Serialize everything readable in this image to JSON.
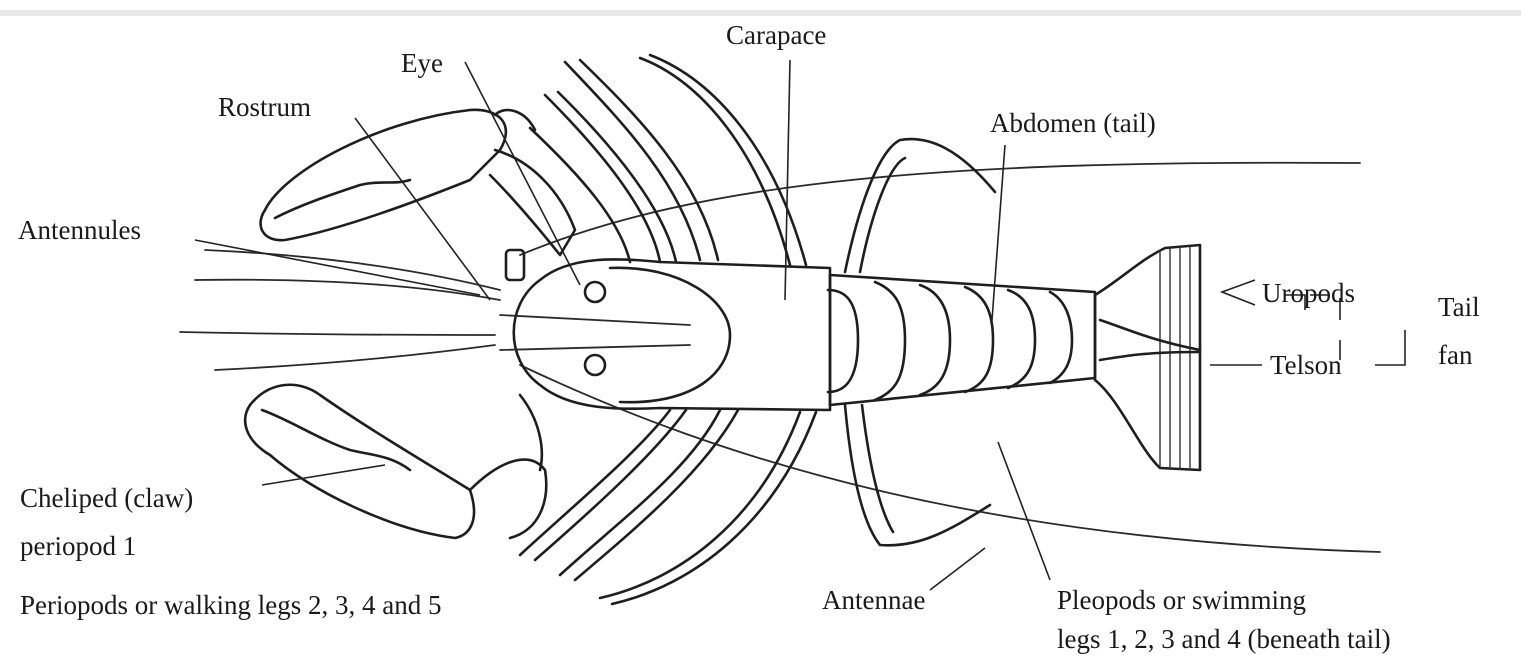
{
  "labels": {
    "carapace": "Carapace",
    "eye": "Eye",
    "rostrum": "Rostrum",
    "abdomen": "Abdomen (tail)",
    "antennules": "Antennules",
    "uropods": "Uropods",
    "tail_fan_1": "Tail",
    "tail_fan_2": "fan",
    "telson": "Telson",
    "cheliped_1": "Cheliped (claw)",
    "cheliped_2": "periopod 1",
    "walking_legs": "Periopods or walking legs 2, 3, 4 and 5",
    "antennae": "Antennae",
    "pleopods_1": "Pleopods or swimming",
    "pleopods_2": "legs 1, 2, 3 and 4 (beneath tail)"
  },
  "colors": {
    "line": "#1e1e1e",
    "background": "#ffffff",
    "top_rule": "#e9e9e9"
  }
}
